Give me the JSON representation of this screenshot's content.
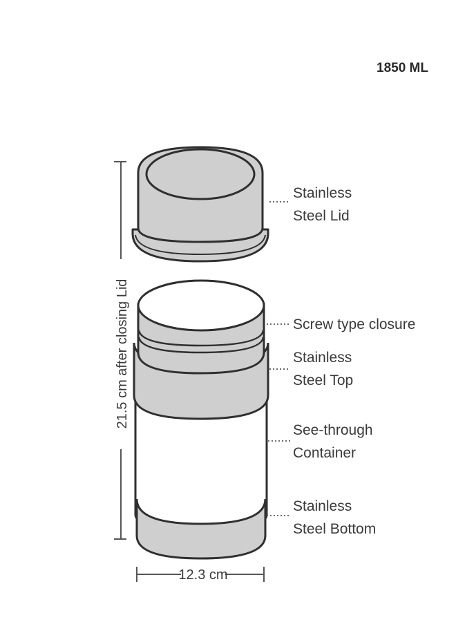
{
  "capacity": "1850 ML",
  "height_label": "21.5 cm after closing Lid",
  "width_label": "12.3 cm",
  "callouts": {
    "lid": [
      "Stainless",
      "Steel Lid"
    ],
    "closure": [
      "Screw type closure"
    ],
    "top": [
      "Stainless",
      "Steel Top"
    ],
    "container": [
      "See-through",
      "Container"
    ],
    "bottom": [
      "Stainless",
      "Steel Bottom"
    ]
  },
  "colors": {
    "steel": "#cfcfcf",
    "outline": "#2f2f2f",
    "clear": "#ffffff"
  }
}
